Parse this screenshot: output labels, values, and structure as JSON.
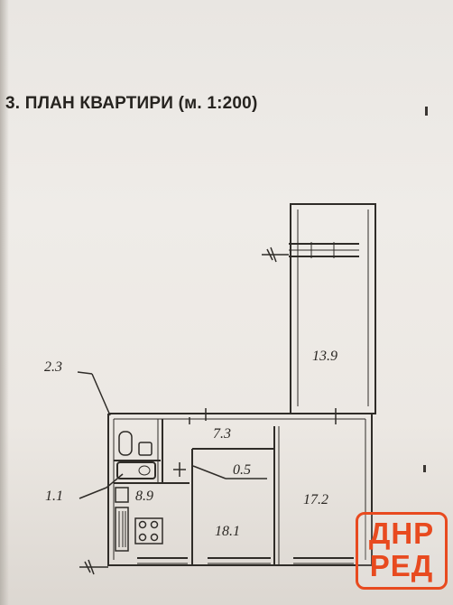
{
  "document": {
    "title": "3. ПЛАН КВАРТИРИ (м. 1:200)"
  },
  "plan": {
    "areas": {
      "loggia": "13.9",
      "hall": "7.3",
      "closet": "0.5",
      "corridor": "2.3",
      "bath": "1.1",
      "kitchen": "8.9",
      "room_center": "18.1",
      "room_right": "17.2"
    },
    "icons": [
      "entrance-arrow-icon",
      "stove-icon",
      "bathtub-icon",
      "sink-icon"
    ]
  },
  "watermark": {
    "line1": "ДНР",
    "line2": "РЕД",
    "color": "#e84a1f"
  }
}
